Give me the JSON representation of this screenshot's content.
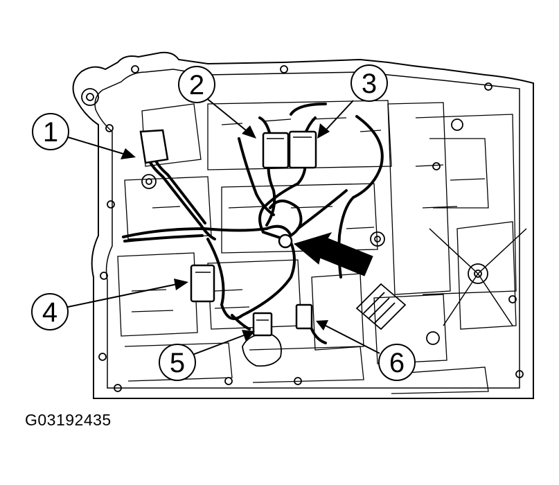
{
  "figure": {
    "code": "G03192435"
  },
  "callouts": [
    {
      "number": "1",
      "part": "solenoid connector"
    },
    {
      "number": "2",
      "part": "solenoid connector"
    },
    {
      "number": "3",
      "part": "solenoid connector"
    },
    {
      "number": "4",
      "part": "solenoid connector"
    },
    {
      "number": "5",
      "part": "solenoid connector"
    },
    {
      "number": "6",
      "part": "solenoid connector"
    }
  ],
  "colors": {
    "line": "#000000",
    "background": "#ffffff",
    "detail": "#333333"
  }
}
